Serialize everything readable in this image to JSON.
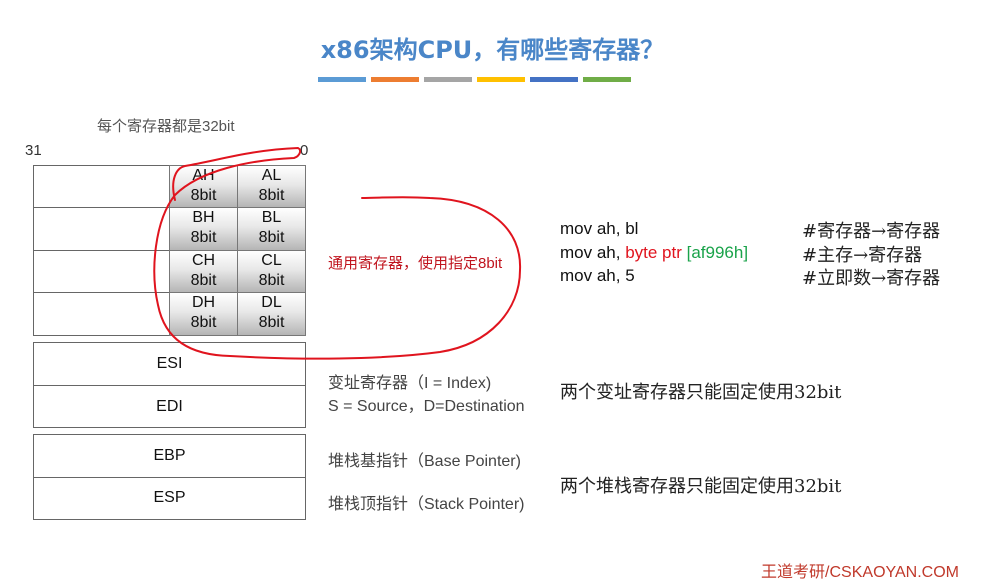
{
  "title": "x86架构CPU，有哪些寄存器？",
  "accent_bars": [
    "#5b9bd5",
    "#ed7d31",
    "#a5a5a5",
    "#ffc000",
    "#4472c4",
    "#70ad47"
  ],
  "subtitle": "每个寄存器都是32bit",
  "bit_high": "31",
  "bit_low": "0",
  "general_registers": [
    {
      "high": "AH",
      "low": "AL",
      "size": "8bit"
    },
    {
      "high": "BH",
      "low": "BL",
      "size": "8bit"
    },
    {
      "high": "CH",
      "low": "CL",
      "size": "8bit"
    },
    {
      "high": "DH",
      "low": "DL",
      "size": "8bit"
    }
  ],
  "general_label": "通用寄存器，使用指定8bit",
  "index_registers": [
    "ESI",
    "EDI"
  ],
  "index_desc": {
    "line1": "变址寄存器（I = Index)",
    "line2": "S = Source，D=Destination"
  },
  "index_note": "两个变址寄存器只能固定使用32bit",
  "stack_registers": [
    "EBP",
    "ESP"
  ],
  "stack_desc": {
    "ebp": "堆栈基指针（Base Pointer)",
    "esp": "堆栈顶指针（Stack Pointer)"
  },
  "stack_note": "两个堆栈寄存器只能固定使用32bit",
  "instructions": [
    {
      "prefix": "mov ah, bl",
      "red": "",
      "green": "",
      "comment": "#寄存器→寄存器"
    },
    {
      "prefix": "mov ah, ",
      "red": "byte ptr ",
      "green": "[af996h]",
      "comment": "#主存→寄存器"
    },
    {
      "prefix": "mov ah, 5",
      "red": "",
      "green": "",
      "comment": "#立即数→寄存器"
    }
  ],
  "watermark": "王道考研/CSKAOYAN.COM",
  "annotation_color": "#e0141e"
}
